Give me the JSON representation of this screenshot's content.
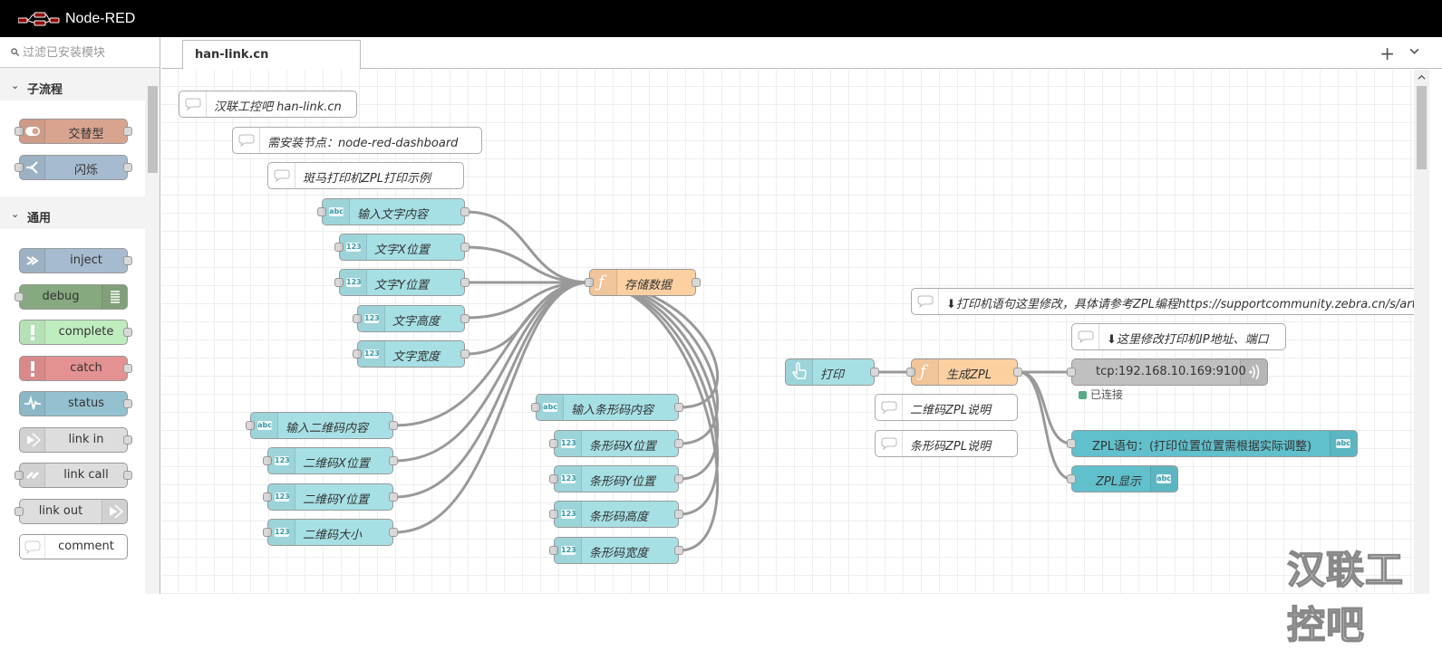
{
  "header": {
    "title": "Node-RED"
  },
  "palette": {
    "search_placeholder": "过滤已安装模块",
    "categories": [
      {
        "name": "子流程",
        "nodes": [
          {
            "label": "交替型",
            "color": "#d9a48f",
            "icon": "toggle-icon"
          },
          {
            "label": "闪烁",
            "color": "#a6bbcf",
            "icon": "split-icon"
          }
        ]
      },
      {
        "name": "通用",
        "nodes": [
          {
            "label": "inject",
            "color": "#a6bbcf",
            "icon": "arrow-in-icon"
          },
          {
            "label": "debug",
            "color": "#87a980",
            "icon": "list-icon"
          },
          {
            "label": "complete",
            "color": "#c0edc0",
            "icon": "exclamation-icon"
          },
          {
            "label": "catch",
            "color": "#e49191",
            "icon": "exclamation-icon"
          },
          {
            "label": "status",
            "color": "#94c1d0",
            "icon": "pulse-icon"
          },
          {
            "label": "link in",
            "color": "#dddddd",
            "icon": "link-in-icon"
          },
          {
            "label": "link call",
            "color": "#dddddd",
            "icon": "link-call-icon"
          },
          {
            "label": "link out",
            "color": "#dddddd",
            "icon": "link-out-icon"
          },
          {
            "label": "comment",
            "color": "#ffffff",
            "icon": "comment-icon"
          }
        ]
      }
    ]
  },
  "tabs": {
    "active": "han-link.cn",
    "add_label": "+"
  },
  "flow": {
    "comments": {
      "c1": "汉联工控吧 han-link.cn",
      "c2": "需安装节点：node-red-dashboard",
      "c3": "斑马打印机ZPL打印示例",
      "c4": "⬇打印机语句这里修改，具体请参考ZPL编程https://supportcommunity.zebra.cn/s/artic",
      "c5": "⬇这里修改打印机IP地址、端口",
      "c6": "二维码ZPL说明",
      "c7": "条形码ZPL说明"
    },
    "inputs": {
      "text_content": "输入文字内容",
      "text_x": "文字X位置",
      "text_y": "文字Y位置",
      "text_h": "文字高度",
      "text_w": "文字宽度",
      "qr_content": "输入二维码内容",
      "qr_x": "二维码X位置",
      "qr_y": "二维码Y位置",
      "qr_size": "二维码大小",
      "bar_content": "输入条形码内容",
      "bar_x": "条形码X位置",
      "bar_y": "条形码Y位置",
      "bar_h": "条形码高度",
      "bar_w": "条形码宽度"
    },
    "func_store": "存储数据",
    "button_print": "打印",
    "func_zpl": "生成ZPL",
    "tcp_out": "tcp:192.168.10.169:9100",
    "tcp_status": "已连接",
    "text_zpl": "ZPL语句：(打印位置位置需根据实际调整)",
    "text_show": "ZPL显示",
    "icon_abc": "abc",
    "icon_123": "123",
    "icon_f": "ƒ"
  },
  "watermark": "汉联工控吧",
  "colors": {
    "input_node": "#a6e0e5",
    "text_node": "#60c0cc",
    "function_node": "#fdd0a2",
    "tcp_node": "#c0c0c0",
    "header": "#000000"
  }
}
